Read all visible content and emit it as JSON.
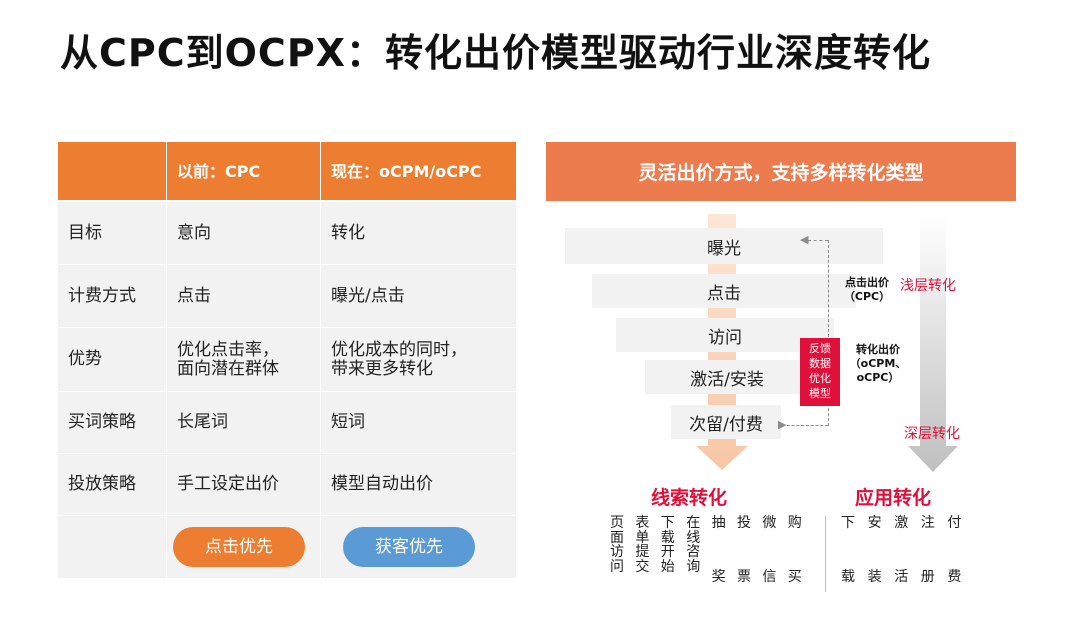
{
  "title": "从CPC到OCPX：转化出价模型驱动行业深度转化",
  "table": {
    "headers": [
      "",
      "以前：CPC",
      "现在：oCPM/oCPC"
    ],
    "rows": [
      [
        "目标",
        "意向",
        "转化"
      ],
      [
        "计费方式",
        "点击",
        "曝光/点击"
      ],
      [
        "优势",
        "优化点击率，\n面向潜在群体",
        "优化成本的同时，\n带来更多转化"
      ],
      [
        "买词策略",
        "长尾词",
        "短词"
      ],
      [
        "投放策略",
        "手工设定出价",
        "模型自动出价"
      ]
    ],
    "buttons": {
      "left": "点击优先",
      "right": "获客优先"
    }
  },
  "diagram": {
    "banner": "灵活出价方式，支持多样转化类型",
    "stages": [
      "曝光",
      "点击",
      "访问",
      "激活/安装",
      "次留/付费"
    ],
    "cpc_label": "点击出价\n（CPC）",
    "ocpx_label": "转化出价\n（oCPM、\noCPC）",
    "feedback_label": "反馈\n数据\n优化\n模型",
    "shallow": "浅层转化",
    "deep": "深层转化",
    "lead_title": "线索转化",
    "app_title": "应用转化",
    "lead_columns": [
      "页面访问",
      "表单提交",
      "下载开始",
      "在线咨询",
      "抽奖",
      "投票",
      "微信",
      "购买"
    ],
    "app_columns": [
      "下载",
      "安装",
      "激活",
      "注册",
      "付费"
    ]
  },
  "colors": {
    "orange": "#ed7d31",
    "banner": "#ec7b4e",
    "blue": "#5b9bd5",
    "red": "#e0103a",
    "gray": "#f2f2f2"
  }
}
